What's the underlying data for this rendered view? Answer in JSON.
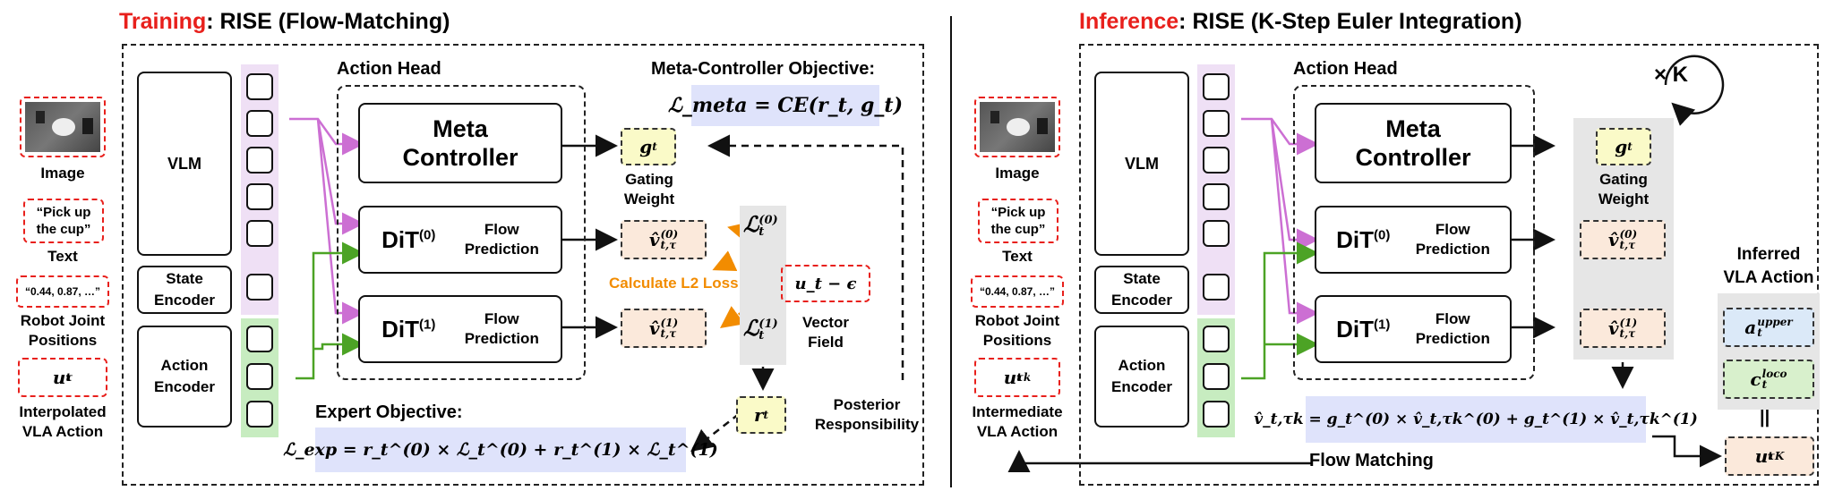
{
  "colors": {
    "accent_red": "#e8201c",
    "pink_strip": "#efe0f5",
    "green_strip": "#c7ecc0",
    "pink_arrow": "#cc6fd3",
    "green_arrow": "#4ca325",
    "orange": "#f28c00",
    "formula_bg": "#dfe3fb",
    "gate_bg": "#fafac8",
    "velocity_bg": "#fbe9db",
    "loss_column_bg": "#e6e6e6",
    "upper_bg": "#dbe9f8",
    "loco_bg": "#d8f0cc"
  },
  "training": {
    "title_highlight": "Training",
    "title_rest": ": RISE (Flow-Matching)",
    "vlm": "VLM",
    "state_encoder_l1": "State",
    "state_encoder_l2": "Encoder",
    "action_encoder_l1": "Action",
    "action_encoder_l2": "Encoder",
    "action_head": "Action Head",
    "meta_l1": "Meta",
    "meta_l2": "Controller",
    "dit0_name": "DiT",
    "dit0_sup": "(0)",
    "dit1_name": "DiT",
    "dit1_sup": "(1)",
    "flow_l1": "Flow",
    "flow_l2": "Prediction",
    "inputs": {
      "image_label": "Image",
      "text_value_l1": "“Pick up",
      "text_value_l2": "the cup”",
      "text_label": "Text",
      "joint_value": "“0.44, 0.87, …”",
      "joint_label_l1": "Robot Joint",
      "joint_label_l2": "Positions",
      "interp_value": "u",
      "interp_sub": "t",
      "interp_sup": "τ",
      "interp_label_l1": "Interpolated",
      "interp_label_l2": "VLA Action"
    },
    "gt": "g",
    "gt_sub": "t",
    "gating_l1": "Gating",
    "gating_l2": "Weight",
    "v0": "v̂",
    "v0_sub": "t,τ",
    "v0_sup": "(0)",
    "v1": "v̂",
    "v1_sub": "t,τ",
    "v1_sup": "(1)",
    "loss0": "ℒ",
    "loss0_sub": "t",
    "loss0_sup": "(0)",
    "loss1": "ℒ",
    "loss1_sub": "t",
    "loss1_sup": "(1)",
    "calc_l2": "Calculate L2 Loss",
    "vector_field_value": "u_t − ϵ",
    "vector_field_l1": "Vector",
    "vector_field_l2": "Field",
    "rt": "r",
    "rt_sub": "t",
    "posterior_l1": "Posterior",
    "posterior_l2": "Responsibility",
    "meta_objective_label": "Meta-Controller Objective:",
    "meta_objective_formula": "ℒ_meta = CE(r_t, g_t)",
    "expert_objective_label": "Expert Objective:",
    "expert_objective_formula": "ℒ_exp = r_t^(0) × ℒ_t^(0) + r_t^(1) × ℒ_t^(1)"
  },
  "inference": {
    "title_highlight": "Inference",
    "title_rest": ": RISE (K-Step Euler Integration)",
    "vlm": "VLM",
    "state_encoder_l1": "State",
    "state_encoder_l2": "Encoder",
    "action_encoder_l1": "Action",
    "action_encoder_l2": "Encoder",
    "action_head": "Action Head",
    "meta_l1": "Meta",
    "meta_l2": "Controller",
    "dit0_name": "DiT",
    "dit0_sup": "(0)",
    "dit1_name": "DiT",
    "dit1_sup": "(1)",
    "flow_l1": "Flow",
    "flow_l2": "Prediction",
    "loop_label": "× K",
    "inputs": {
      "image_label": "Image",
      "text_value_l1": "“Pick up",
      "text_value_l2": "the cup”",
      "text_label": "Text",
      "joint_value": "“0.44, 0.87, …”",
      "joint_label_l1": "Robot Joint",
      "joint_label_l2": "Positions",
      "inter_value": "u",
      "inter_sub": "t",
      "inter_sup": "τk",
      "inter_label_l1": "Intermediate",
      "inter_label_l2": "VLA Action"
    },
    "gt": "g",
    "gt_sub": "t",
    "gating_l1": "Gating",
    "gating_l2": "Weight",
    "v0": "v̂",
    "v0_sub": "t,τ",
    "v0_sup": "(0)",
    "v1": "v̂",
    "v1_sub": "t,τ",
    "v1_sup": "(1)",
    "combine_formula": "v̂_t,τk = g_t^(0) × v̂_t,τk^(0) + g_t^(1) × v̂_t,τk^(1)",
    "flow_matching": "Flow Matching",
    "inferred_l1": "Inferred",
    "inferred_l2": "VLA Action",
    "a_upper": "a",
    "a_upper_sub": "t",
    "a_upper_sup": "upper",
    "c_loco": "c",
    "c_loco_sub": "t",
    "c_loco_sup": "loco",
    "equals": "||",
    "u_final": "u",
    "u_final_sub": "t",
    "u_final_sup": "τK"
  }
}
